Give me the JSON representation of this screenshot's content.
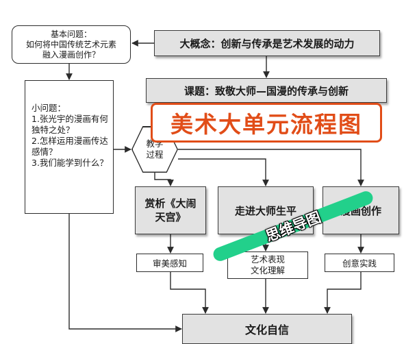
{
  "basic_question": "基本问题：\n如何将中国传统艺术元素\n融入漫画创作？",
  "big_concept": "大概念：创新与传承是艺术发展的动力",
  "topic": "课题：致敬大师—国漫的传承与创新",
  "small_questions": "小问题：\n1.张光宇的漫画有何独特之处？\n2.怎样运用漫画传达感情？\n3.我们能学到什么？",
  "teaching_process": "教学\n过程",
  "title_banner": "美术大单元流程图",
  "branches": {
    "appreciate": "赏析《大闹\n天宫》",
    "master_life": "走进大师生平",
    "comic_creation": "漫画创作"
  },
  "outcomes": {
    "aesthetic": "审美感知",
    "art_expression": "艺术表现\n文化理解",
    "creative_practice": "创意实践"
  },
  "cultural_confidence": "文化自信",
  "watermark": "思维导图",
  "colors": {
    "banner": "#e14d18",
    "watermark_stripe": "#22d08b",
    "node_fill": "#e2e2e2",
    "line": "#2b2b2b"
  }
}
